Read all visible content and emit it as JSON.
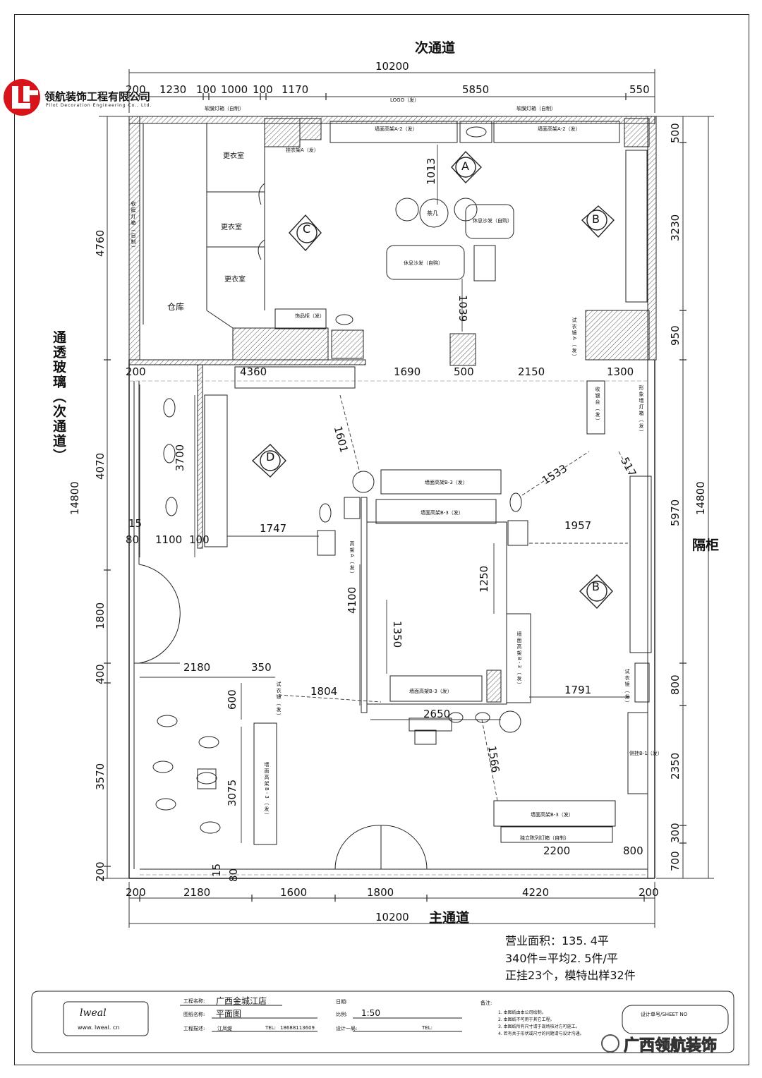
{
  "company": {
    "name": "领航装饰工程有限公司",
    "name_en": "Pilot Decoration Engineering Co., Ltd."
  },
  "passages": {
    "top": "次通道",
    "bottom": "主通道",
    "left": "通透玻璃（次通道）",
    "right": "隔柜"
  },
  "overall": {
    "width_top": "10200",
    "width_bottom": "10200",
    "height_left": "14800",
    "height_right": "14800"
  },
  "top_dims": [
    "200",
    "1230",
    "100",
    "1000",
    "100",
    "1170",
    "5850",
    "550"
  ],
  "bottom_dims": [
    "200",
    "2180",
    "1600",
    "1800",
    "4220",
    "200"
  ],
  "left_dims": [
    "4760",
    "4070",
    "1800",
    "400",
    "3570",
    "200"
  ],
  "right_dims": [
    "500",
    "3230",
    "950",
    "5970",
    "800",
    "2350",
    "300",
    "700"
  ],
  "mid_dims": [
    "200",
    "4360",
    "1690",
    "500",
    "2150",
    "1300"
  ],
  "inner_dims": {
    "d1013": "1013",
    "d1039": "1039",
    "d1601": "1601",
    "d1533": "1533",
    "d517": "517",
    "d3700": "3700",
    "d1747": "1747",
    "d1957": "1957",
    "d15a": "15",
    "d80a": "80",
    "d1100": "1100",
    "d100": "100",
    "d1250": "1250",
    "d4100": "4100",
    "d1350": "1350",
    "d2180": "2180",
    "d350": "350",
    "d600": "600",
    "d1804": "1804",
    "d1791": "1791",
    "d2650": "2650",
    "d1566": "1566",
    "d3075": "3075",
    "d2200": "2200",
    "d800": "800",
    "d15b": "15",
    "d80b": "80"
  },
  "markers": [
    "A",
    "B",
    "C",
    "D",
    "B"
  ],
  "rooms": {
    "fitting1": "更衣室",
    "fitting2": "更衣室",
    "fitting3": "更衣室",
    "storage": "仓库",
    "tea": "茶几",
    "sofa": "休息沙发（自购）",
    "sofa2": "休息沙发（自购）",
    "cashier": "收银台（发）",
    "fitting_mirror_a": "试衣镜A（发）",
    "fitting_mirror_b": "试衣镜（发）",
    "fitting_mirror_c": "试衣镜（发）",
    "tall_rack": "高架A（发）",
    "image_light": "形象墙灯箱（发）",
    "light_strip_l": "软膜灯箱（自制）",
    "light_strip_top_l": "软膜灯箱（自制）",
    "light_strip_top_r": "软膜灯箱（自制）",
    "logo": "LOGO（发）",
    "wall_a2_1": "墙面高架A-2（发）",
    "wall_a2_2": "墙面高架A-2（发）",
    "wall_b3_top": "墙面高架B-3（发）",
    "wall_b3_mid": "墙面高架B-3（发）",
    "wall_b3_low": "墙面高架B-3（发）",
    "wall_b3_right": "墙面高架B-3（发）",
    "wall_b3_bot": "墙面高架B-3（发）",
    "wall_b3_left": "墙面高架B-3（发）",
    "island": "独立陈列灯箱（自制）",
    "shelf_c": "饰品柜（发）",
    "coat_rack": "挂衣架A（发）",
    "hanger_b": "侧挂B-1（发）"
  },
  "stats": {
    "area": "营业面积：135. 4平",
    "avg": "340件=平均2. 5件/平",
    "display": "正挂23个，模特出样32件"
  },
  "titleblock": {
    "project_label": "工程名称:",
    "project": "广西金城江店",
    "drawing_label": "图纸名称:",
    "drawing": "平面图",
    "designer_label": "工程描述:",
    "designer": "江凤缇",
    "tel_label": "TEL:",
    "tel": "18688113609",
    "date_label": "日期:",
    "scale_label": "比例:",
    "scale": "1:50",
    "design_label": "设计一局:",
    "tel2_label": "TEL:",
    "notes_label": "备注:",
    "notes": [
      "1. 本图纸由本公司绘制。",
      "2. 本图纸不可用于其它工程。",
      "3. 本图纸所有尺寸请于现场核对方可施工。",
      "4. 若有关于形状或尺寸的问题请与设计沟通。"
    ],
    "sheet": "设计单号/SHEET NO",
    "brand_site": "www. lweal. cn",
    "brand_script": "lweal"
  },
  "watermark": "广西领航装饰",
  "colors": {
    "accent": "#d7141a",
    "line": "#222222"
  }
}
